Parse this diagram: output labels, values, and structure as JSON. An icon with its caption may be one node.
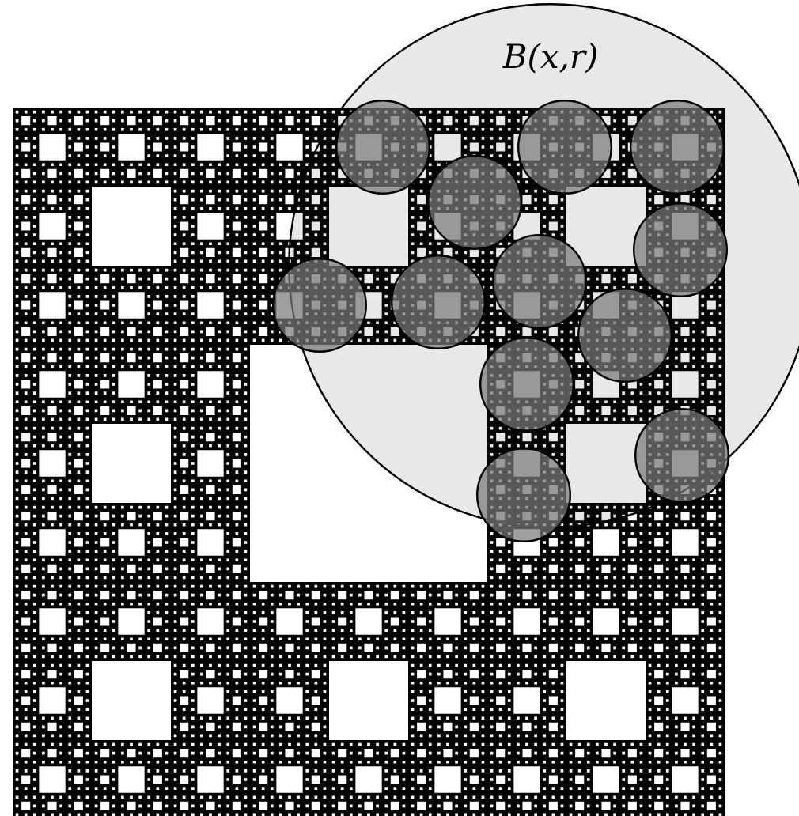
{
  "diagram": {
    "nodes": [
      {
        "text": [
          "B(x,r)"
        ]
      },
      {
        "text": [],
        "shape": "circle",
        "in": 0
      },
      {
        "text": [],
        "shape": "circle",
        "in": 0
      },
      {
        "text": [],
        "shape": "circle",
        "in": 0
      },
      {
        "text": [],
        "shape": "circle",
        "in": 0
      },
      {
        "text": [],
        "shape": "circle",
        "in": 0
      },
      {
        "text": [],
        "shape": "circle"
      },
      {
        "text": [],
        "shape": "circle",
        "in": 0
      },
      {
        "text": [],
        "shape": "circle",
        "in": 0
      },
      {
        "text": [],
        "shape": "circle",
        "in": 0
      },
      {
        "text": [],
        "shape": "circle",
        "in": 0
      },
      {
        "text": [],
        "shape": "circle",
        "in": 0
      },
      {
        "text": [],
        "shape": "circle"
      }
    ]
  }
}
